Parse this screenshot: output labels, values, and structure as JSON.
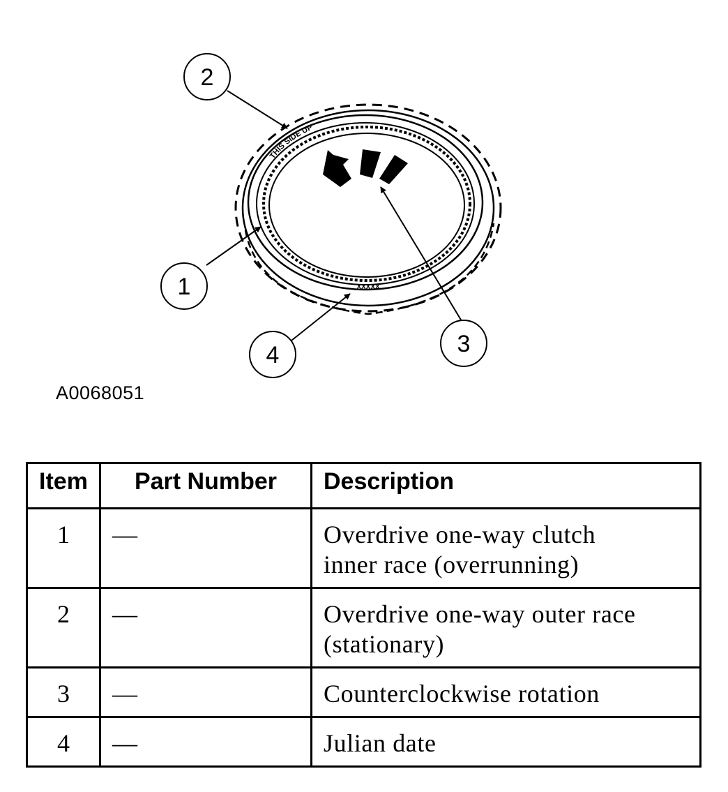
{
  "diagram": {
    "callouts": [
      "1",
      "2",
      "3",
      "4"
    ],
    "ring_marking_top": "THIS SIDE UP",
    "ring_marking_bottom": "XXXXX"
  },
  "figure_id": "A0068051",
  "table": {
    "headers": {
      "item": "Item",
      "part_number": "Part Number",
      "description": "Description"
    },
    "rows": [
      {
        "item": "1",
        "part_number": "—",
        "description_lines": [
          "Overdrive one-way clutch",
          "inner race (overrunning)"
        ]
      },
      {
        "item": "2",
        "part_number": "—",
        "description_lines": [
          "Overdrive one-way outer race",
          "(stationary)"
        ]
      },
      {
        "item": "3",
        "part_number": "—",
        "description_lines": [
          "Counterclockwise rotation"
        ]
      },
      {
        "item": "4",
        "part_number": "—",
        "description_lines": [
          "Julian date"
        ]
      }
    ]
  }
}
